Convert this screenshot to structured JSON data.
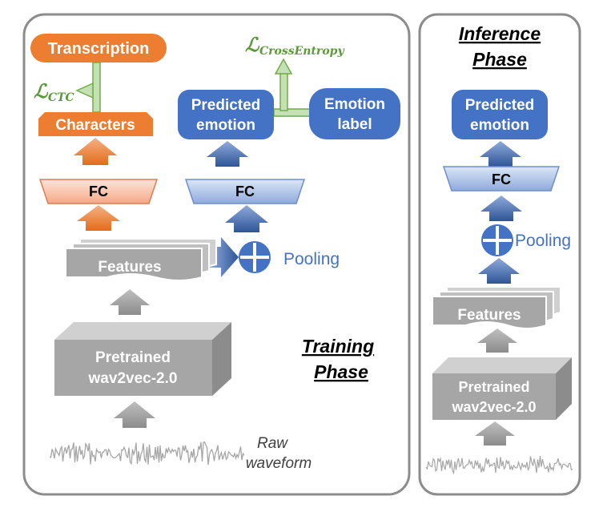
{
  "training": {
    "phase_line1": "Training",
    "phase_line2": "Phase",
    "transcription": "Transcription",
    "ctc_loss_symbol": "ℒ",
    "ctc_loss_sub": "CTC",
    "characters": "Characters",
    "fc_left": "FC",
    "ce_loss_symbol": "ℒ",
    "ce_loss_sub": "CrossEntropy",
    "predicted_line1": "Predicted",
    "predicted_line2": "emotion",
    "emotion_label_line1": "Emotion",
    "emotion_label_line2": "label",
    "fc_right": "FC",
    "pooling": "Pooling",
    "features": "Features",
    "pretrained_line1": "Pretrained",
    "pretrained_line2": "wav2vec-2.0",
    "raw_line1": "Raw",
    "raw_line2": "waveform"
  },
  "inference": {
    "phase_line1": "Inference",
    "phase_line2": "Phase",
    "predicted_line1": "Predicted",
    "predicted_line2": "emotion",
    "fc": "FC",
    "pooling": "Pooling",
    "features": "Features",
    "pretrained_line1": "Pretrained",
    "pretrained_line2": "wav2vec-2.0"
  },
  "colors": {
    "orange": "#ed7d31",
    "orange_light": "#f8c6b0",
    "blue": "#4472c4",
    "blue_light": "#b4c7e7",
    "gray": "#a6a6a6",
    "green": "#5b9a3a"
  },
  "icons": [
    "up-arrow-icon",
    "right-arrow-icon",
    "pooling-plus-icon",
    "waveform-icon"
  ]
}
